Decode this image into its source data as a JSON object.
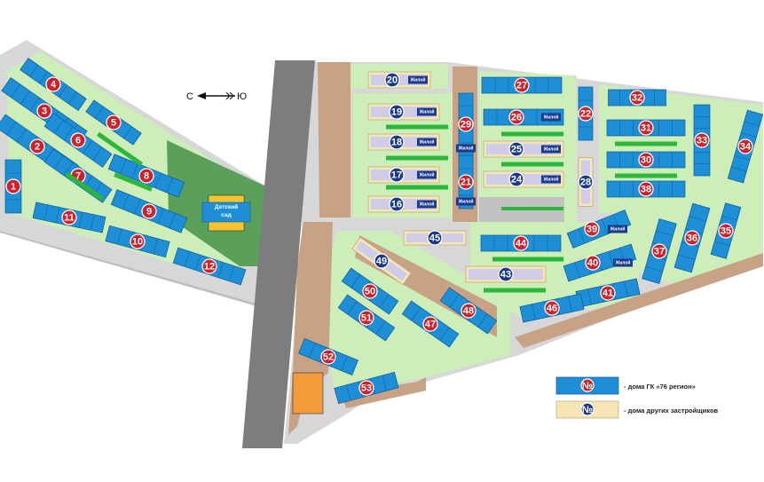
{
  "colors": {
    "background": "#ffffff",
    "territory": "#d7d7d7",
    "lawn": "#cdeeb9",
    "green_strip": "#2bb83a",
    "park": "#5aa05a",
    "road": "#7d7d7d",
    "path": "#c8a284",
    "own_house": "#1e8fd6",
    "own_house_dark": "#0b5a98",
    "other_house": "#f6e6b6",
    "badge_own": "#d0202a",
    "badge_other": "#1a3a8c",
    "playground": "#cfcce8",
    "kindergarten": "#f4c430",
    "sport": "#f39a3a",
    "parking": "#c2c2c2"
  },
  "compass": {
    "north_label": "С",
    "south_label": "Ю",
    "arrow_icon": "arrow-left-icon"
  },
  "kindergarten": {
    "label_line1": "Детский",
    "label_line2": "сад"
  },
  "tag_text": "Жилой",
  "houses": [
    {
      "num": "1",
      "type": "own"
    },
    {
      "num": "2",
      "type": "own"
    },
    {
      "num": "3",
      "type": "own"
    },
    {
      "num": "4",
      "type": "own"
    },
    {
      "num": "5",
      "type": "own"
    },
    {
      "num": "6",
      "type": "own"
    },
    {
      "num": "7",
      "type": "own"
    },
    {
      "num": "8",
      "type": "own"
    },
    {
      "num": "9",
      "type": "own"
    },
    {
      "num": "10",
      "type": "own"
    },
    {
      "num": "11",
      "type": "own"
    },
    {
      "num": "12",
      "type": "own"
    },
    {
      "num": "16",
      "type": "other"
    },
    {
      "num": "17",
      "type": "other"
    },
    {
      "num": "18",
      "type": "other"
    },
    {
      "num": "19",
      "type": "other"
    },
    {
      "num": "20",
      "type": "other"
    },
    {
      "num": "21",
      "type": "own"
    },
    {
      "num": "22",
      "type": "own"
    },
    {
      "num": "24",
      "type": "other"
    },
    {
      "num": "25",
      "type": "other"
    },
    {
      "num": "26",
      "type": "own"
    },
    {
      "num": "27",
      "type": "own"
    },
    {
      "num": "28",
      "type": "other"
    },
    {
      "num": "29",
      "type": "own"
    },
    {
      "num": "30",
      "type": "own"
    },
    {
      "num": "31",
      "type": "own"
    },
    {
      "num": "32",
      "type": "own"
    },
    {
      "num": "33",
      "type": "own"
    },
    {
      "num": "34",
      "type": "own"
    },
    {
      "num": "35",
      "type": "own"
    },
    {
      "num": "36",
      "type": "own"
    },
    {
      "num": "37",
      "type": "own"
    },
    {
      "num": "38",
      "type": "own"
    },
    {
      "num": "39",
      "type": "own"
    },
    {
      "num": "40",
      "type": "own"
    },
    {
      "num": "41",
      "type": "own"
    },
    {
      "num": "43",
      "type": "other"
    },
    {
      "num": "44",
      "type": "own"
    },
    {
      "num": "45",
      "type": "other"
    },
    {
      "num": "46",
      "type": "own"
    },
    {
      "num": "47",
      "type": "own"
    },
    {
      "num": "48",
      "type": "own"
    },
    {
      "num": "49",
      "type": "other"
    },
    {
      "num": "50",
      "type": "own"
    },
    {
      "num": "51",
      "type": "own"
    },
    {
      "num": "52",
      "type": "own"
    },
    {
      "num": "53",
      "type": "own"
    }
  ],
  "legend": {
    "badge_text": "№",
    "own_label": "- дома ГК «76 регион»",
    "other_label": "- дома других застройщиков"
  }
}
